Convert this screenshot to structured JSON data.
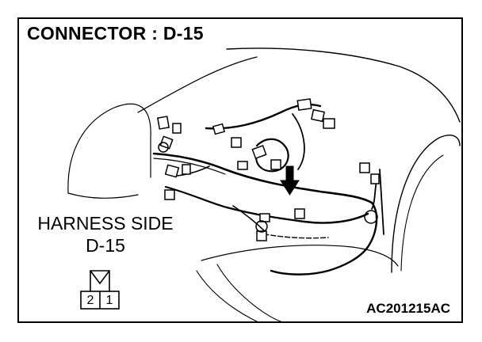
{
  "diagram": {
    "title": "CONNECTOR : D-15",
    "harness_side_line1": "HARNESS SIDE",
    "harness_side_line2": "D-15",
    "pins": [
      "2",
      "1"
    ],
    "figure_code": "AC201215AC"
  },
  "colors": {
    "ink": "#000000",
    "paper": "#ffffff"
  }
}
